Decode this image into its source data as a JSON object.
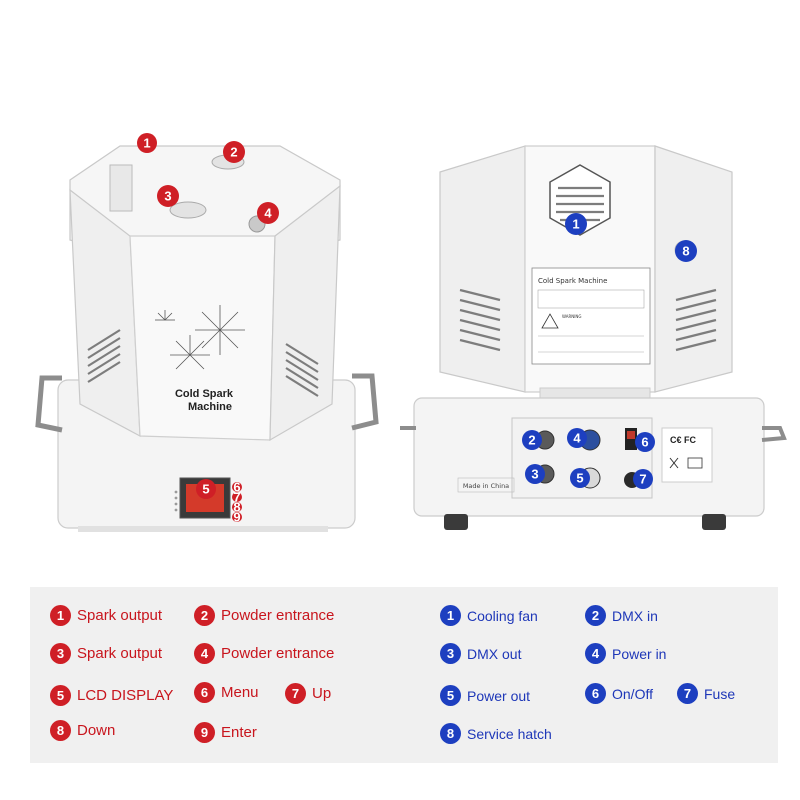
{
  "colors": {
    "left_marker": "#cf1f26",
    "right_marker": "#1d3fc0",
    "legend_background": "#f0f0f0"
  },
  "left_machine": {
    "logo_line1": "Cold Spark",
    "logo_line2": "Machine",
    "markers": [
      "1",
      "2",
      "3",
      "4",
      "5",
      "6",
      "7",
      "8",
      "9"
    ]
  },
  "right_machine": {
    "label_title": "Cold Spark Machine",
    "warning_heading": "WARNING",
    "made_in": "Made in China",
    "markers": [
      "1",
      "2",
      "3",
      "4",
      "5",
      "6",
      "7",
      "8"
    ]
  },
  "legend_left": [
    {
      "num": "1",
      "label": "Spark output"
    },
    {
      "num": "2",
      "label": "Powder entrance"
    },
    {
      "num": "3",
      "label": "Spark output"
    },
    {
      "num": "4",
      "label": "Powder entrance"
    },
    {
      "num": "5",
      "label": "LCD DISPLAY"
    },
    {
      "num": "6",
      "label": "Menu"
    },
    {
      "num": "7",
      "label": "Up"
    },
    {
      "num": "8",
      "label": "Down"
    },
    {
      "num": "9",
      "label": "Enter"
    }
  ],
  "legend_right": [
    {
      "num": "1",
      "label": "Cooling fan"
    },
    {
      "num": "2",
      "label": "DMX in"
    },
    {
      "num": "3",
      "label": "DMX out"
    },
    {
      "num": "4",
      "label": "Power in"
    },
    {
      "num": "5",
      "label": "Power out"
    },
    {
      "num": "6",
      "label": "On/Off"
    },
    {
      "num": "7",
      "label": "Fuse"
    },
    {
      "num": "8",
      "label": "Service hatch"
    }
  ]
}
